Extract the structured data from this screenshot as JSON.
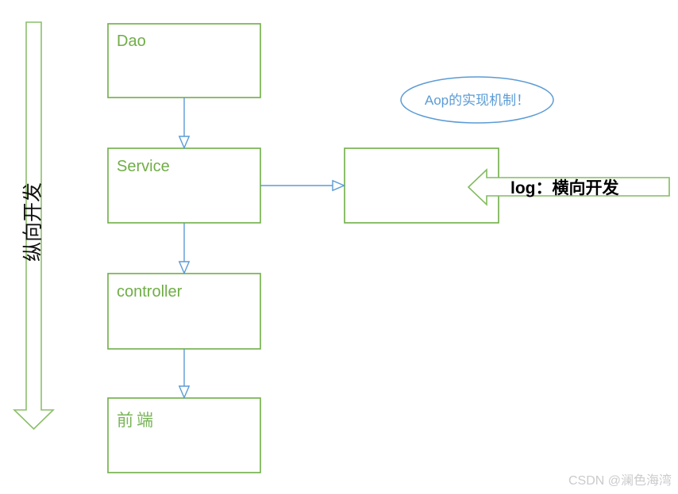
{
  "diagram": {
    "vertical_flow_arrow": {
      "label": "纵向开发"
    },
    "flow_boxes": [
      {
        "id": "dao",
        "label": "Dao"
      },
      {
        "id": "service",
        "label": "Service"
      },
      {
        "id": "controller",
        "label": "controller"
      },
      {
        "id": "frontend",
        "label": "前端"
      }
    ],
    "aspect_box": {
      "label": ""
    },
    "aop_ellipse": {
      "label": "Aop的实现机制！"
    },
    "log_arrow": {
      "label": "log：横向开发"
    }
  },
  "watermark": {
    "text": "CSDN @澜色海湾"
  },
  "colors": {
    "box_border_green": "#70ad47",
    "box_text_green": "#70ad47",
    "block_arrow_green": "#84bb60",
    "connector_blue": "#5b9bd5",
    "ellipse_blue": "#5b9bd5",
    "log_text_black": "#000000",
    "vertical_text_black": "#111111",
    "watermark_gray": "#cbcbcb",
    "background": "#ffffff"
  }
}
